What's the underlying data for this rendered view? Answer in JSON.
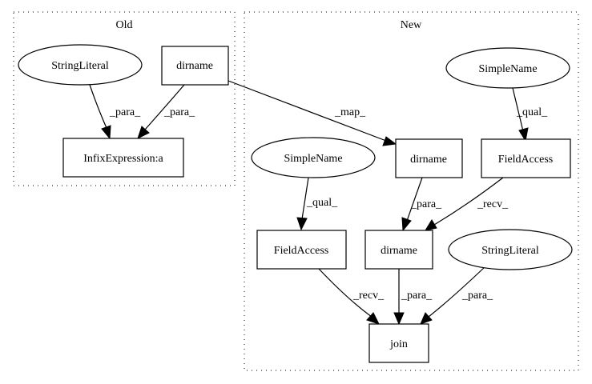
{
  "clusters": {
    "old": {
      "label": "Old"
    },
    "new": {
      "label": "New"
    }
  },
  "nodes": {
    "old_string_literal": "StringLiteral",
    "old_dirname": "dirname",
    "old_infix": "InfixExpression:a",
    "new_simplename_top": "SimpleName",
    "new_dirname_top": "dirname",
    "new_fieldaccess_right": "FieldAccess",
    "new_simplename_left": "SimpleName",
    "new_fieldaccess_left": "FieldAccess",
    "new_dirname_mid": "dirname",
    "new_string_literal": "StringLiteral",
    "new_join": "join"
  },
  "edges": {
    "old_sl_to_infix": "_para_",
    "old_dirname_to_infix": "_para_",
    "map": "_map_",
    "qual_right": "_qual_",
    "qual_left": "_qual_",
    "dirname_para": "_para_",
    "recv_right": "_recv_",
    "recv_left": "_recv_",
    "dirname_to_join": "_para_",
    "sl_to_join": "_para_"
  }
}
